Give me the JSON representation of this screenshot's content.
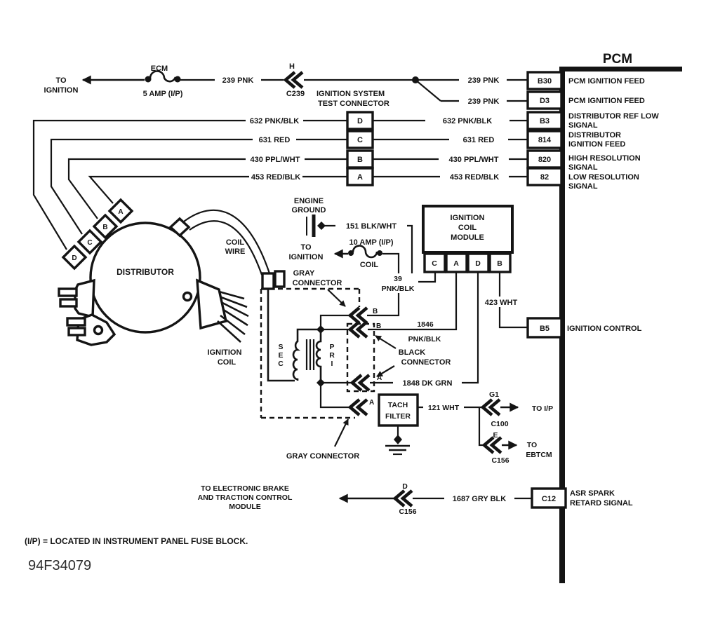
{
  "colors": {
    "ink": "#141414",
    "paper": "#ffffff"
  },
  "pcm": {
    "title": "PCM",
    "pins": {
      "b30": "B30",
      "d3": "D3",
      "b3": "B3",
      "b14": "814",
      "b20": "820",
      "b2": "82",
      "b5": "B5",
      "c12": "C12"
    },
    "labels": {
      "b30": "PCM IGNITION FEED",
      "d3": "PCM IGNITION FEED",
      "b3_1": "DISTRIBUTOR REF LOW",
      "b3_2": "SIGNAL",
      "b14_1": "DISTRIBUTOR",
      "b14_2": "IGNITION FEED",
      "b20_1": "HIGH RESOLUTION",
      "b20_2": "SIGNAL",
      "b2_1": "LOW RESOLUTION",
      "b2_2": "SIGNAL",
      "b5": "IGNITION CONTROL",
      "c12_1": "ASR SPARK",
      "c12_2": "RETARD SIGNAL"
    }
  },
  "wires": {
    "w239": "239 PNK",
    "w632": "632 PNK/BLK",
    "w631": "631 RED",
    "w430": "430 PPL/WHT",
    "w453": "453 RED/BLK",
    "w151": "151 BLK/WHT",
    "w39_1": "39",
    "w39_2": "PNK/BLK",
    "w1846_1": "1846",
    "w1846_2": "PNK/BLK",
    "w1848": "1848 DK GRN",
    "w423": "423 WHT",
    "w121": "121 WHT",
    "w1687": "1687 GRY BLK"
  },
  "fuses": {
    "ecm": "ECM",
    "ecm_rating": "5 AMP (I/P)",
    "coil": "COIL",
    "coil_rating": "10 AMP (I/P)"
  },
  "to_ignition": {
    "line1": "TO",
    "line2": "IGNITION"
  },
  "test_connector": {
    "h": "H",
    "c239": "C239",
    "line1": "IGNITION SYSTEM",
    "line2": "TEST CONNECTOR",
    "pins": [
      "D",
      "C",
      "B",
      "A"
    ]
  },
  "distributor": {
    "name": "DISTRIBUTOR",
    "pins": [
      "A",
      "B",
      "C",
      "D"
    ],
    "coil_wire_1": "COIL",
    "coil_wire_2": "WIRE"
  },
  "engine_ground": {
    "line1": "ENGINE",
    "line2": "GROUND"
  },
  "module": {
    "line1": "IGNITION",
    "line2": "COIL",
    "line3": "MODULE",
    "pins": [
      "C",
      "A",
      "D",
      "B"
    ]
  },
  "coil": {
    "label_1": "IGNITION",
    "label_2": "COIL",
    "sec": [
      "S",
      "E",
      "C"
    ],
    "pri": [
      "P",
      "R",
      "I"
    ]
  },
  "connectors": {
    "gray_1": "GRAY",
    "gray_2": "CONNECTOR",
    "gray_bottom": "GRAY CONNECTOR",
    "black_1": "BLACK",
    "black_2": "CONNECTOR",
    "chevron_b": "B",
    "chevron_a": "A"
  },
  "tach": {
    "line1": "TACH",
    "line2": "FILTER"
  },
  "ip_branch": {
    "g1": "G1",
    "c100": "C100",
    "e": "E",
    "c156": "C156",
    "to_ip": "TO I/P",
    "to_ebtcm_1": "TO",
    "to_ebtcm_2": "EBTCM"
  },
  "bottom": {
    "line1": "TO ELECTRONIC BRAKE",
    "line2": "AND TRACTION CONTROL",
    "line3": "MODULE",
    "d": "D",
    "c156": "C156"
  },
  "footer": {
    "note": "(I/P) = LOCATED IN INSTRUMENT PANEL FUSE BLOCK.",
    "figure_id": "94F34079"
  }
}
